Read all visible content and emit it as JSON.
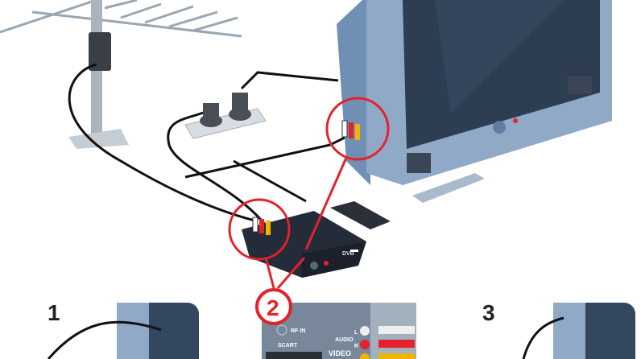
{
  "steps": {
    "one": "1",
    "two": "2",
    "three": "3"
  },
  "panel": {
    "rf_in": "RF IN",
    "scart": "SCART",
    "audio": "AUDIO",
    "left": "L",
    "right": "R",
    "video": "VIDEO"
  },
  "receiver": {
    "brand": "DVB"
  },
  "colors": {
    "accent": "#e3222b",
    "tv": "#8aa5c4",
    "tv_dark": "#5f7ea3",
    "screen": "#2f3f52",
    "box": "#1f2733",
    "cable": "#111111"
  }
}
